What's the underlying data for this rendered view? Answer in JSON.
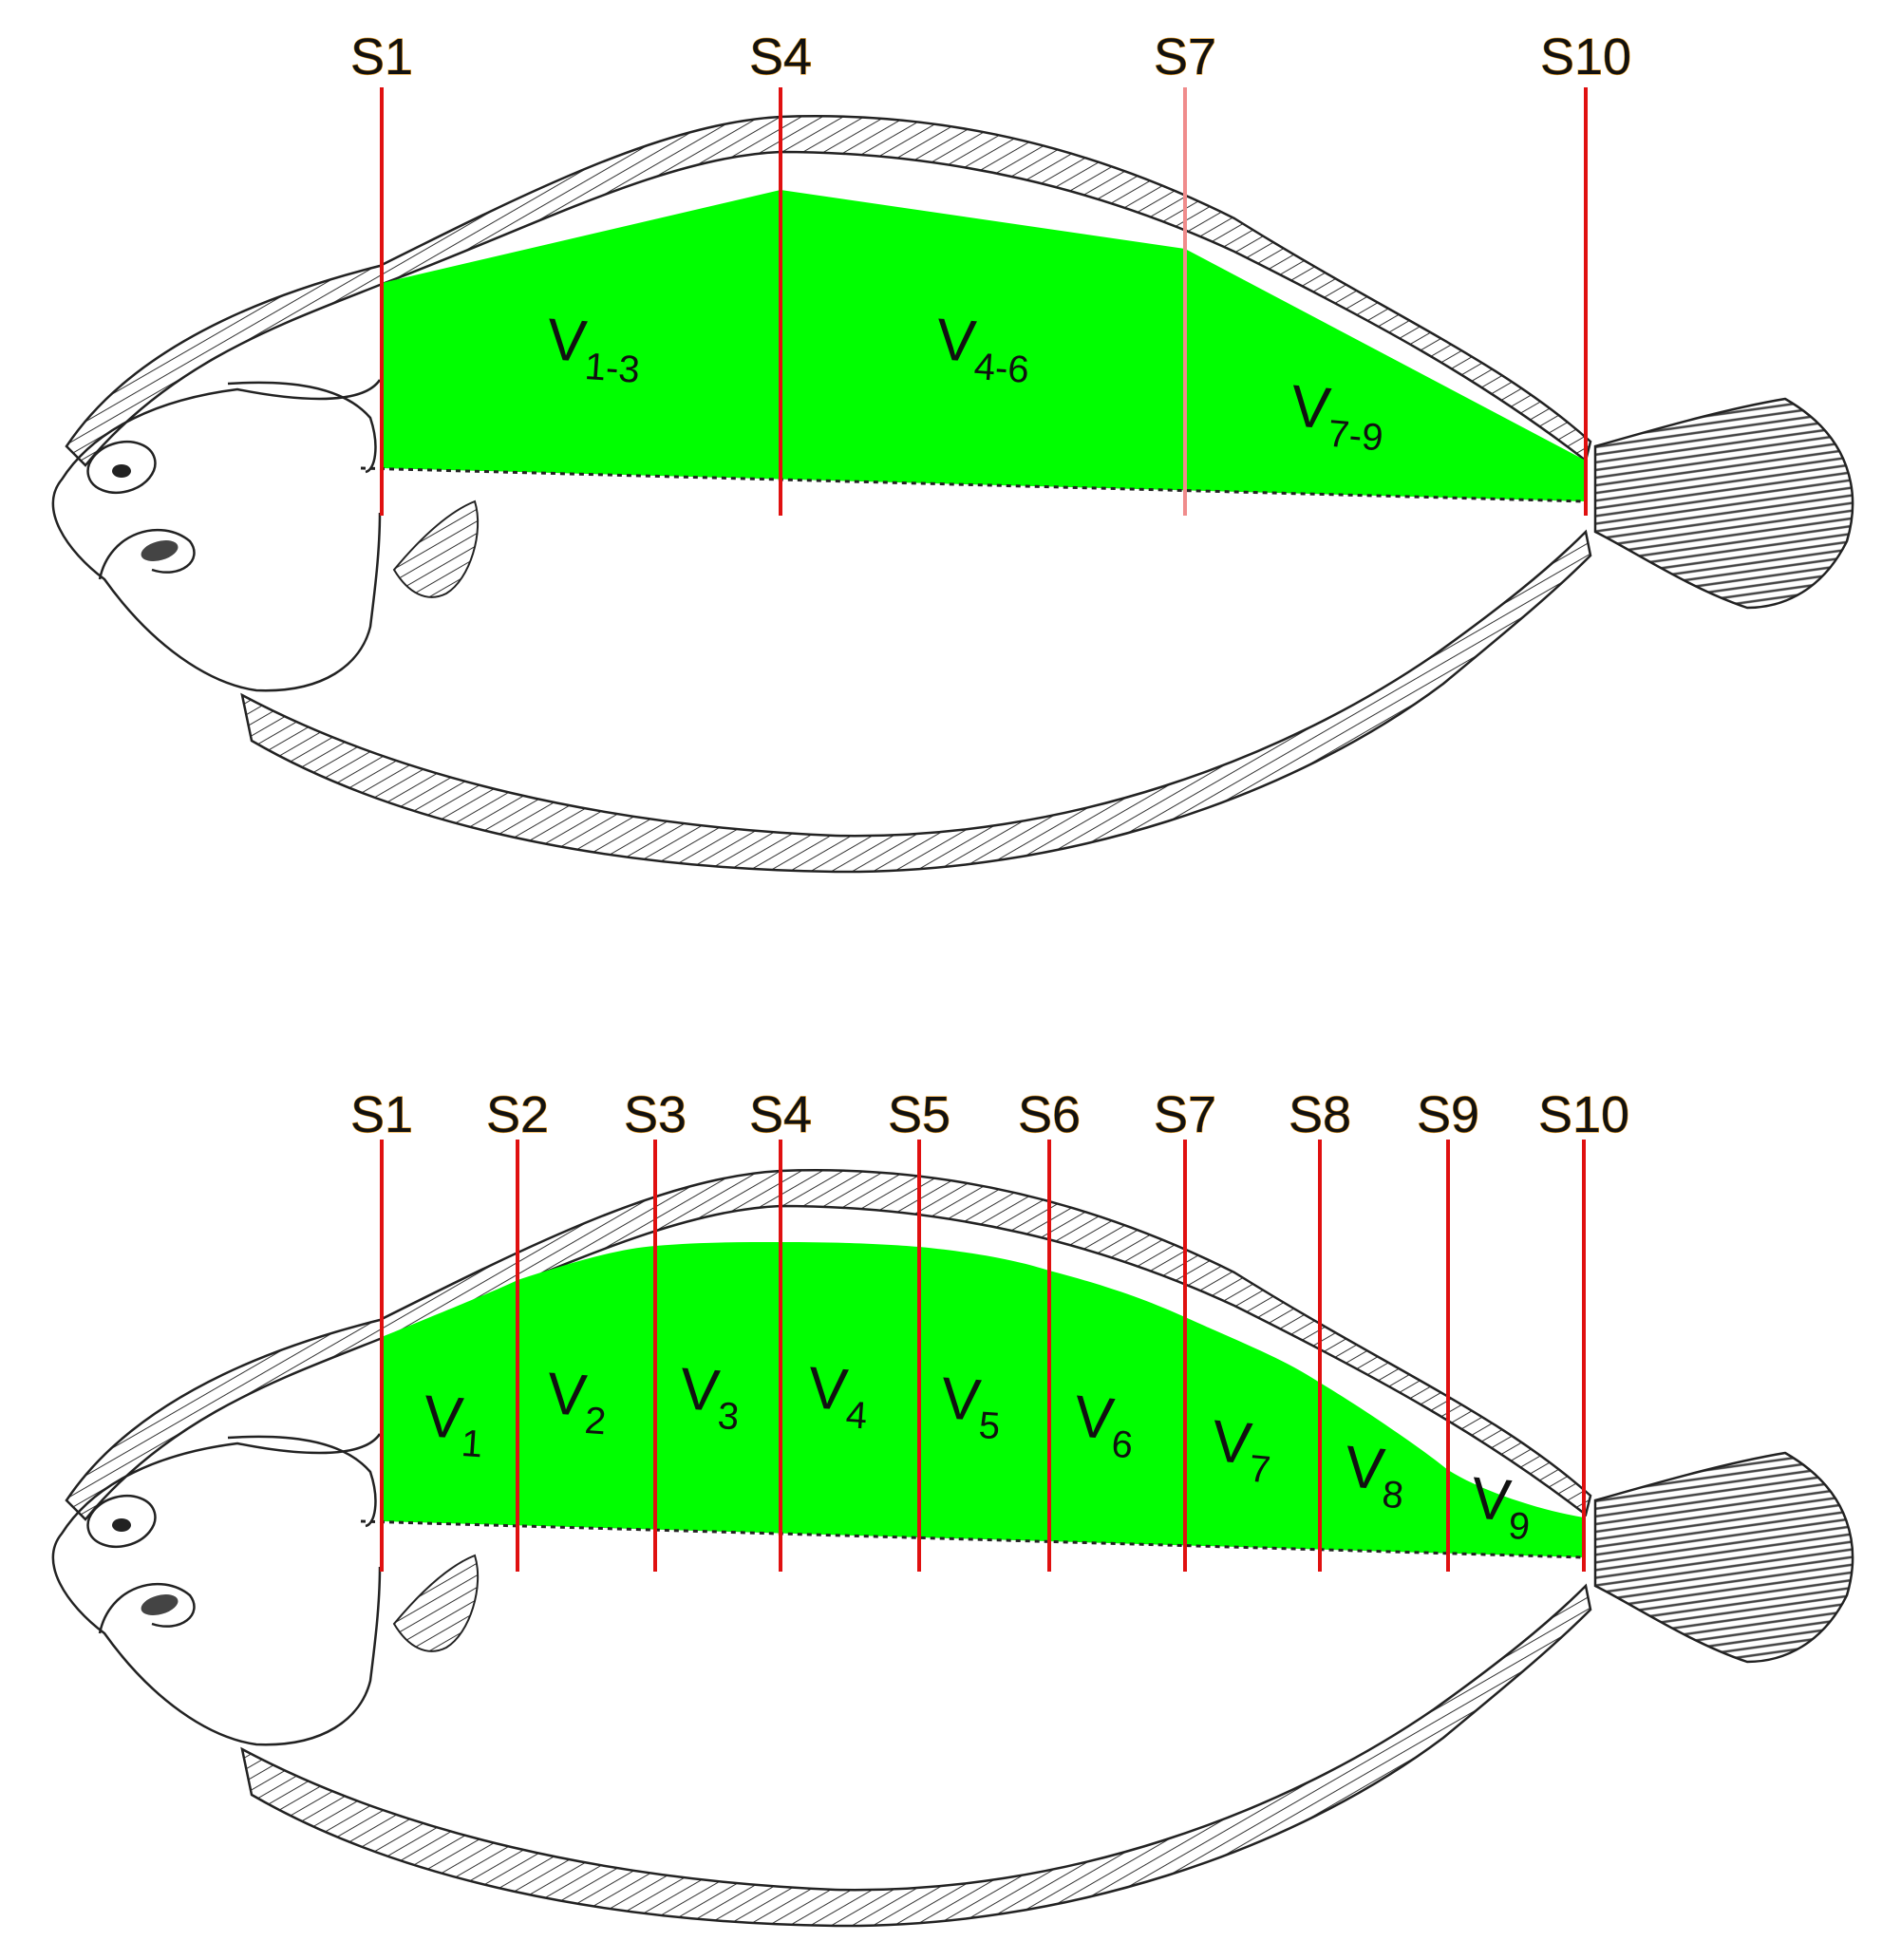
{
  "colors": {
    "volume_fill": "#00ff00",
    "section_line": "#e01010",
    "section_line_faded": "#f08c8c",
    "outline": "#222222"
  },
  "top_diagram": {
    "section_labels": [
      "S1",
      "S4",
      "S7",
      "S10"
    ],
    "volumes": [
      {
        "main": "V",
        "sub": "1-3"
      },
      {
        "main": "V",
        "sub": "4-6"
      },
      {
        "main": "V",
        "sub": "7-9"
      }
    ]
  },
  "bottom_diagram": {
    "section_labels": [
      "S1",
      "S2",
      "S3",
      "S4",
      "S5",
      "S6",
      "S7",
      "S8",
      "S9",
      "S10"
    ],
    "volumes": [
      {
        "main": "V",
        "sub": "1"
      },
      {
        "main": "V",
        "sub": "2"
      },
      {
        "main": "V",
        "sub": "3"
      },
      {
        "main": "V",
        "sub": "4"
      },
      {
        "main": "V",
        "sub": "5"
      },
      {
        "main": "V",
        "sub": "6"
      },
      {
        "main": "V",
        "sub": "7"
      },
      {
        "main": "V",
        "sub": "8"
      },
      {
        "main": "V",
        "sub": "9"
      }
    ]
  }
}
